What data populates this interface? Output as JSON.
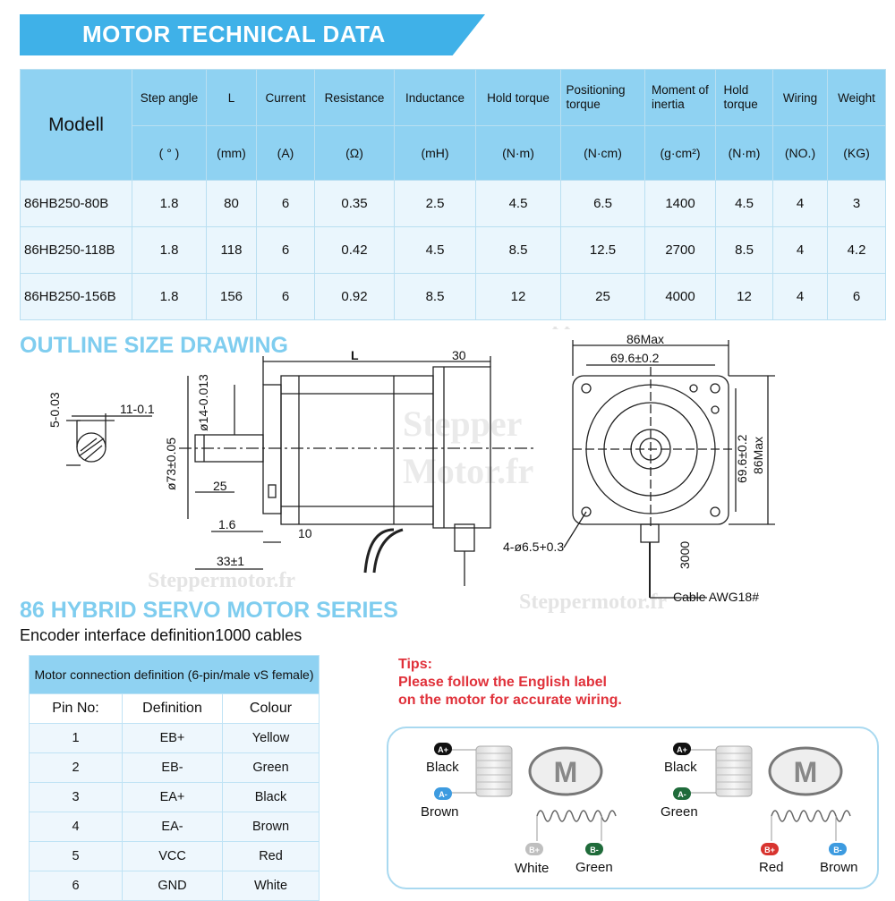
{
  "header": {
    "title": "MOTOR TECHNICAL DATA"
  },
  "tech_table": {
    "model_header": "Modell",
    "columns": [
      {
        "name": "Step angle",
        "unit": "( ° )"
      },
      {
        "name": "L",
        "unit": "(mm)"
      },
      {
        "name": "Current",
        "unit": "(A)"
      },
      {
        "name": "Resistance",
        "unit": "(Ω)"
      },
      {
        "name": "Inductance",
        "unit": "(mH)"
      },
      {
        "name": "Hold torque",
        "unit": "(N·m)"
      },
      {
        "name": "Positioning torque",
        "unit": "(N·cm)"
      },
      {
        "name": "Moment of inertia",
        "unit": "(g·cm²)"
      },
      {
        "name": "Hold torque",
        "unit": "(N·m)"
      },
      {
        "name": "Wiring",
        "unit": "(NO.)"
      },
      {
        "name": "Weight",
        "unit": "(KG)"
      }
    ],
    "rows": [
      {
        "model": "86HB250-80B",
        "values": [
          "1.8",
          "80",
          "6",
          "0.35",
          "2.5",
          "4.5",
          "6.5",
          "1400",
          "4.5",
          "4",
          "3"
        ]
      },
      {
        "model": "86HB250-118B",
        "values": [
          "1.8",
          "118",
          "6",
          "0.42",
          "4.5",
          "8.5",
          "12.5",
          "2700",
          "8.5",
          "4",
          "4.2"
        ]
      },
      {
        "model": "86HB250-156B",
        "values": [
          "1.8",
          "156",
          "6",
          "0.92",
          "8.5",
          "12",
          "25",
          "4000",
          "12",
          "4",
          "6"
        ]
      }
    ]
  },
  "outline": {
    "title": "OUTLINE SIZE DRAWING",
    "dims": {
      "L": "L",
      "d30": "30",
      "key_h": "5-0.03",
      "key_w": "11-0.1",
      "shaft": "ø14-0.013",
      "pilot": "ø73±0.05",
      "d25": "25",
      "d16": "1.6",
      "d10": "10",
      "d33": "33±1",
      "side86": "86Max",
      "side696": "69.6±0.2",
      "v696": "69.6±0.2",
      "v86": "86Max",
      "holes": "4-ø6.5+0.3",
      "cable_len": "3000",
      "cable": "Cable AWG18#"
    },
    "watermark_main_1": "Stepper",
    "watermark_main_2": "Motor.fr",
    "watermark_small": "Steppermotor.fr"
  },
  "series": {
    "title": "86 HYBRID SERVO MOTOR SERIES",
    "subtitle": "Encoder interface definition1000 cables"
  },
  "pin_table": {
    "caption": "Motor connection definition (6-pin/male vS female)",
    "headers": [
      "Pin No:",
      "Definition",
      "Colour"
    ],
    "rows": [
      [
        "1",
        "EB+",
        "Yellow"
      ],
      [
        "2",
        "EB-",
        "Green"
      ],
      [
        "3",
        "EA+",
        "Black"
      ],
      [
        "4",
        "EA-",
        "Brown"
      ],
      [
        "5",
        "VCC",
        "Red"
      ],
      [
        "6",
        "GND",
        "White"
      ]
    ]
  },
  "tips": {
    "label": "Tips:",
    "line1": "Please follow the English label",
    "line2": "on the motor for accurate wiring."
  },
  "wiring": {
    "motor_symbol": "M",
    "left": {
      "a_plus": {
        "badge": "A+",
        "label": "Black",
        "color": "#111111"
      },
      "a_minus": {
        "badge": "A-",
        "label": "Brown",
        "color": "#3d9be0"
      },
      "b_plus": {
        "badge": "B+",
        "label": "White",
        "color": "#bfbfbf"
      },
      "b_minus": {
        "badge": "B-",
        "label": "Green",
        "color": "#1f6b3a"
      }
    },
    "right": {
      "a_plus": {
        "badge": "A+",
        "label": "Black",
        "color": "#111111"
      },
      "a_minus": {
        "badge": "A-",
        "label": "Green",
        "color": "#1f6b3a"
      },
      "b_plus": {
        "badge": "B+",
        "label": "Red",
        "color": "#d8342f"
      },
      "b_minus": {
        "badge": "B-",
        "label": "Brown",
        "color": "#3d9be0"
      }
    }
  }
}
